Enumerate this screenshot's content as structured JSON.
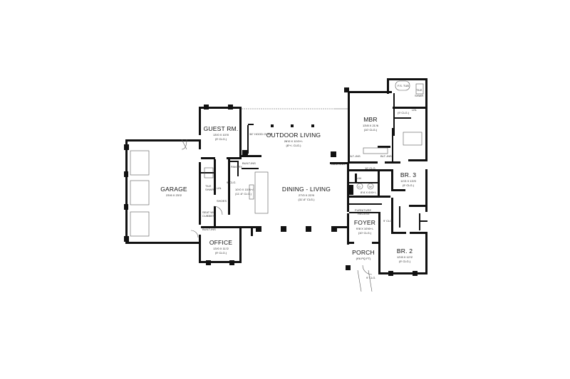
{
  "rooms": {
    "outdoor": {
      "name": "OUTDOOR LIVING",
      "dim": "26'/0 X 11'/0+/-",
      "clg": "(8'+/- CLG.)"
    },
    "guest": {
      "name": "GUEST RM.",
      "dim": "13'/0 X 10'/0",
      "clg": "(9' CLG.)"
    },
    "mbr": {
      "name": "MBR",
      "dim": "13'/8 X 21'/6",
      "clg": "(10' CLG.)"
    },
    "garage": {
      "name": "GARAGE",
      "dim": "23'/6 X 23'/2"
    },
    "dining": {
      "name": "DINING - LIVING",
      "dim": "27'/0 X 22'/0",
      "clg": "(11'-6\" CLG.)"
    },
    "br3": {
      "name": "BR. 3",
      "dim": "11'/3 X 13'/0",
      "clg": "(9' CLG.)"
    },
    "foyer": {
      "name": "FOYER",
      "dim": "9'/8 X 10'/6+/-",
      "clg": "(10' CLG.)"
    },
    "office": {
      "name": "OFFICE",
      "dim": "13'/0 X 11'/2",
      "clg": "(9' CLG.)"
    },
    "porch": {
      "name": "PORCH",
      "clg": "(9'6 PQ FT)"
    },
    "br2": {
      "name": "BR. 2",
      "dim": "12'/8 X 12'/2",
      "clg": "(9' CLG.)"
    }
  },
  "labels": {
    "fs_tub": "F.S. TUB",
    "tile": "TILE",
    "shwr": "SHWR",
    "lin": "LIN.",
    "clg9": "(9' CLG.)",
    "clg10": "10' CLG.",
    "builtins": "BUILT-INS",
    "bltins": "BLT.-INS",
    "pantry": "PANTRY",
    "kitchen_dim": "10'/0 X 15'/6+/-",
    "kitchen_clg": "(11'-6\" CLG.)",
    "hood": "36\" HOOD OVER",
    "seat": "SEAT W/",
    "cubbies": "CUBBIES",
    "shoes": "SHOES",
    "tile_shwr": "TILE",
    "shwr2": "SHWR.",
    "linen": "LIN.",
    "dw": "D.W.",
    "dryer": "D",
    "washer": "W",
    "utility": "8'/4 X 6'/6+/-",
    "furniture": "FURNITURE",
    "recess": "RECESS",
    "clg9b": "9' CLG.",
    "clg9c": "9' CLG.",
    "clg9d": "9' CLG."
  }
}
